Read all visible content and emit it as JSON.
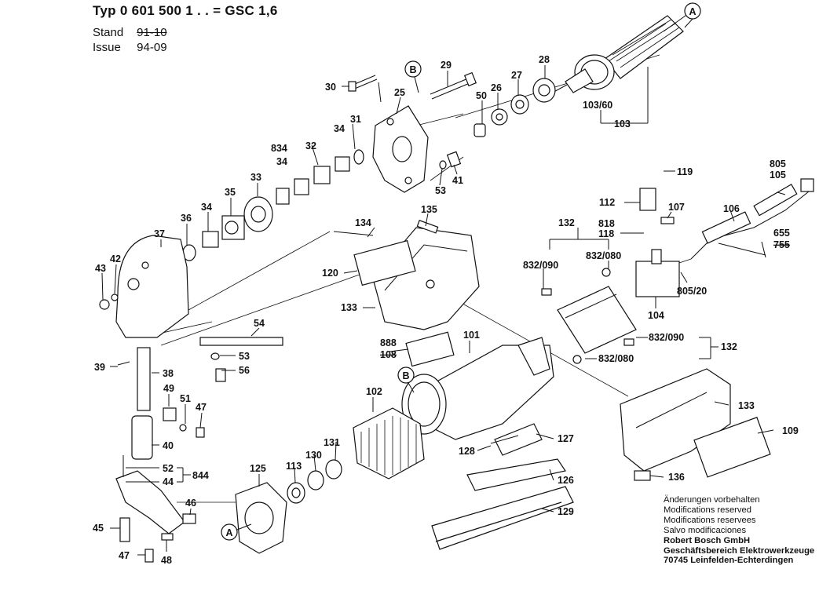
{
  "header": {
    "typ_label": "Typ",
    "model_number": "0 601 500 1 . . = GSC 1,6",
    "stand_label": "Stand",
    "stand_value": "91-10",
    "issue_label": "Issue",
    "issue_value": "94-09"
  },
  "notes": {
    "line1": "Änderungen vorbehalten",
    "line2": "Modifications reserved",
    "line3": "Modifications reservees",
    "line4": "Salvo modificaciones",
    "company1": "Robert Bosch GmbH",
    "company2": "Geschäftsbereich Elektrowerkzeuge",
    "company3": "70745 Leinfelden-Echterdingen"
  },
  "callouts": {
    "A": "A",
    "B": "B",
    "p30": "30",
    "p29": "29",
    "p25": "25",
    "p28": "28",
    "p27": "27",
    "p26": "26",
    "p50": "50",
    "p103_60": "103/60",
    "p103": "103",
    "p31": "31",
    "p34a": "34",
    "p834": "834",
    "p34b": "34",
    "p32": "32",
    "p33": "33",
    "p35": "35",
    "p34c": "34",
    "p36": "36",
    "p37": "37",
    "p42": "42",
    "p43": "43",
    "p53a": "53",
    "p41": "41",
    "p119": "119",
    "p805": "805",
    "p105": "105",
    "p112": "112",
    "p107": "107",
    "p106": "106",
    "p818": "818",
    "p118": "118",
    "p655": "655",
    "p755": "755",
    "p132a": "132",
    "p832_090a": "832/090",
    "p832_080a": "832/080",
    "p805_20": "805/20",
    "p104": "104",
    "p832_090b": "832/090",
    "p132b": "132",
    "p832_080b": "832/080",
    "p135": "135",
    "p134": "134",
    "p120": "120",
    "p133a": "133",
    "p54": "54",
    "p53b": "53",
    "p56": "56",
    "p39": "39",
    "p38": "38",
    "p49": "49",
    "p51": "51",
    "p47a": "47",
    "p40": "40",
    "p52": "52",
    "p44": "44",
    "p844": "844",
    "p45": "45",
    "p46": "46",
    "p47b": "47",
    "p48": "48",
    "p888": "888",
    "p108": "108",
    "p101": "101",
    "p102": "102",
    "p131": "131",
    "p130": "130",
    "p113": "113",
    "p125": "125",
    "p127": "127",
    "p128": "128",
    "p126": "126",
    "p129": "129",
    "p133b": "133",
    "p109": "109",
    "p136": "136"
  }
}
